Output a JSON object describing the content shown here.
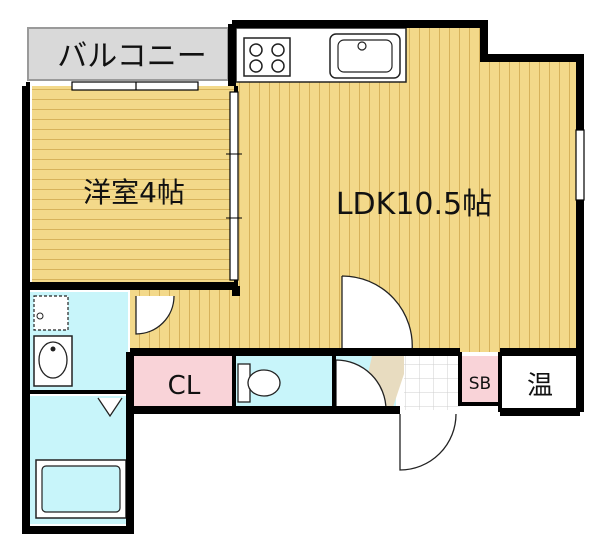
{
  "rooms": {
    "balcony": "バルコニー",
    "western": "洋室4帖",
    "ldk": "LDK10.5帖",
    "closet": "CL",
    "shoebox": "SB",
    "water_heater": "温"
  },
  "colors": {
    "wood": "#f3d98a",
    "wood_line": "#d7b35c",
    "wet": "#c8f5fa",
    "closet": "#f9d3d8",
    "balcony": "#d9d9d9",
    "wall": "#000000",
    "entry": "#e8dcc0"
  }
}
